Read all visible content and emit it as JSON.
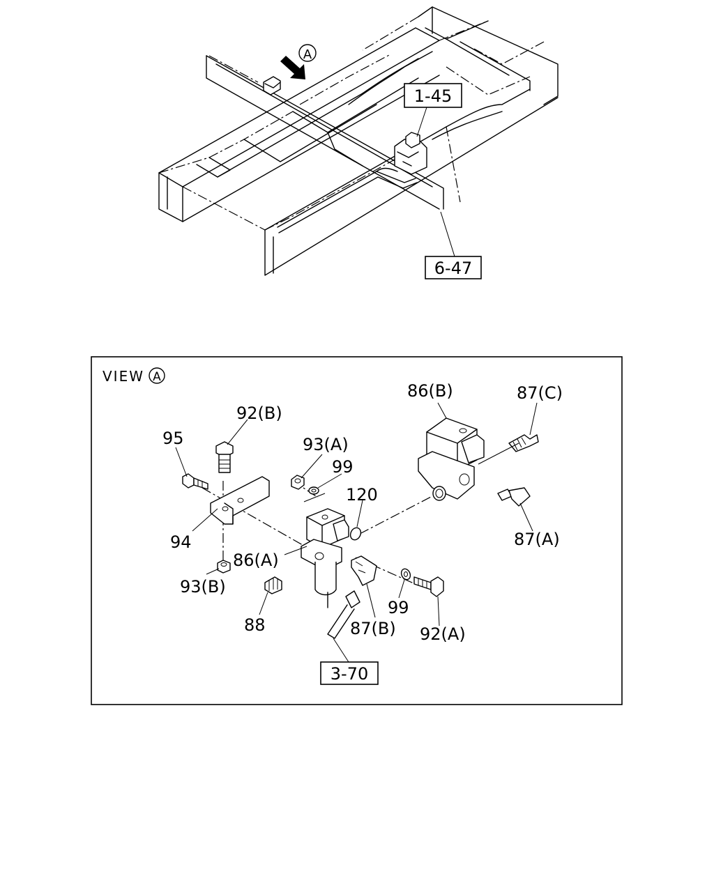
{
  "overview": {
    "view_marker": "A",
    "refs": {
      "ref_1": "1-45",
      "ref_2": "6-47"
    }
  },
  "detail": {
    "title": "VIEW",
    "title_marker": "A",
    "ref_box": "3-70",
    "labels": {
      "p86b": "86(B)",
      "p87c": "87(C)",
      "p92b": "92(B)",
      "p95": "95",
      "p93a": "93(A)",
      "p99_top": "99",
      "p120": "120",
      "p94": "94",
      "p86a": "86(A)",
      "p87a": "87(A)",
      "p93b": "93(B)",
      "p99_bottom": "99",
      "p88": "88",
      "p87b": "87(B)",
      "p92a": "92(A)"
    }
  }
}
